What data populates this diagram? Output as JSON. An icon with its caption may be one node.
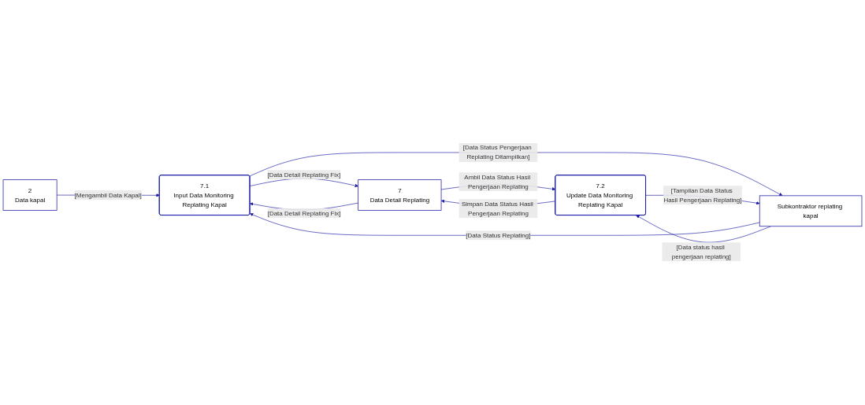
{
  "diagram": {
    "nodes": [
      {
        "text": [
          "2",
          "Data kapal"
        ]
      },
      {
        "text": [
          "7.1",
          "Input Data Monitoring Replating Kapal"
        ]
      },
      {
        "text": [
          "Subkontraktor replating kapal"
        ]
      },
      {
        "text": [
          "7",
          "Data Detail Replating"
        ]
      },
      {
        "text": [
          "7.2",
          "Update Data Monitoring Replating Kapal"
        ]
      }
    ],
    "edges": [
      {
        "from": 0,
        "to": 1,
        "arrow": "to",
        "label": "[Mengambil Data Kapal]"
      },
      {
        "from": 1,
        "to": 3,
        "arrow": "to",
        "label": "[Data Detail Replating Fix]"
      },
      {
        "from": 3,
        "to": 1,
        "arrow": "to",
        "label": "[Data Detail Replating Fix]"
      },
      {
        "from": 1,
        "to": 2,
        "arrow": "to",
        "label": "[Data Status Pengerjaan Replating Ditampilkan]"
      },
      {
        "from": 2,
        "to": 1,
        "arrow": "to",
        "label": "[Data Status Replating]"
      },
      {
        "from": 3,
        "to": 4,
        "arrow": "to",
        "label": "Ambil Data Status Hasil Pengerjaan Replating"
      },
      {
        "from": 4,
        "to": 3,
        "arrow": "to",
        "label": "Simpan Data Status Hasil Pengerjaan Replating"
      },
      {
        "from": 4,
        "to": 2,
        "arrow": "to",
        "label": "[Tampilan Data Status Hasil Pengerjaan Replating]"
      },
      {
        "from": 2,
        "to": 4,
        "arrow": "to",
        "label": "[Data status hasil pengerjaan replating]"
      }
    ]
  }
}
